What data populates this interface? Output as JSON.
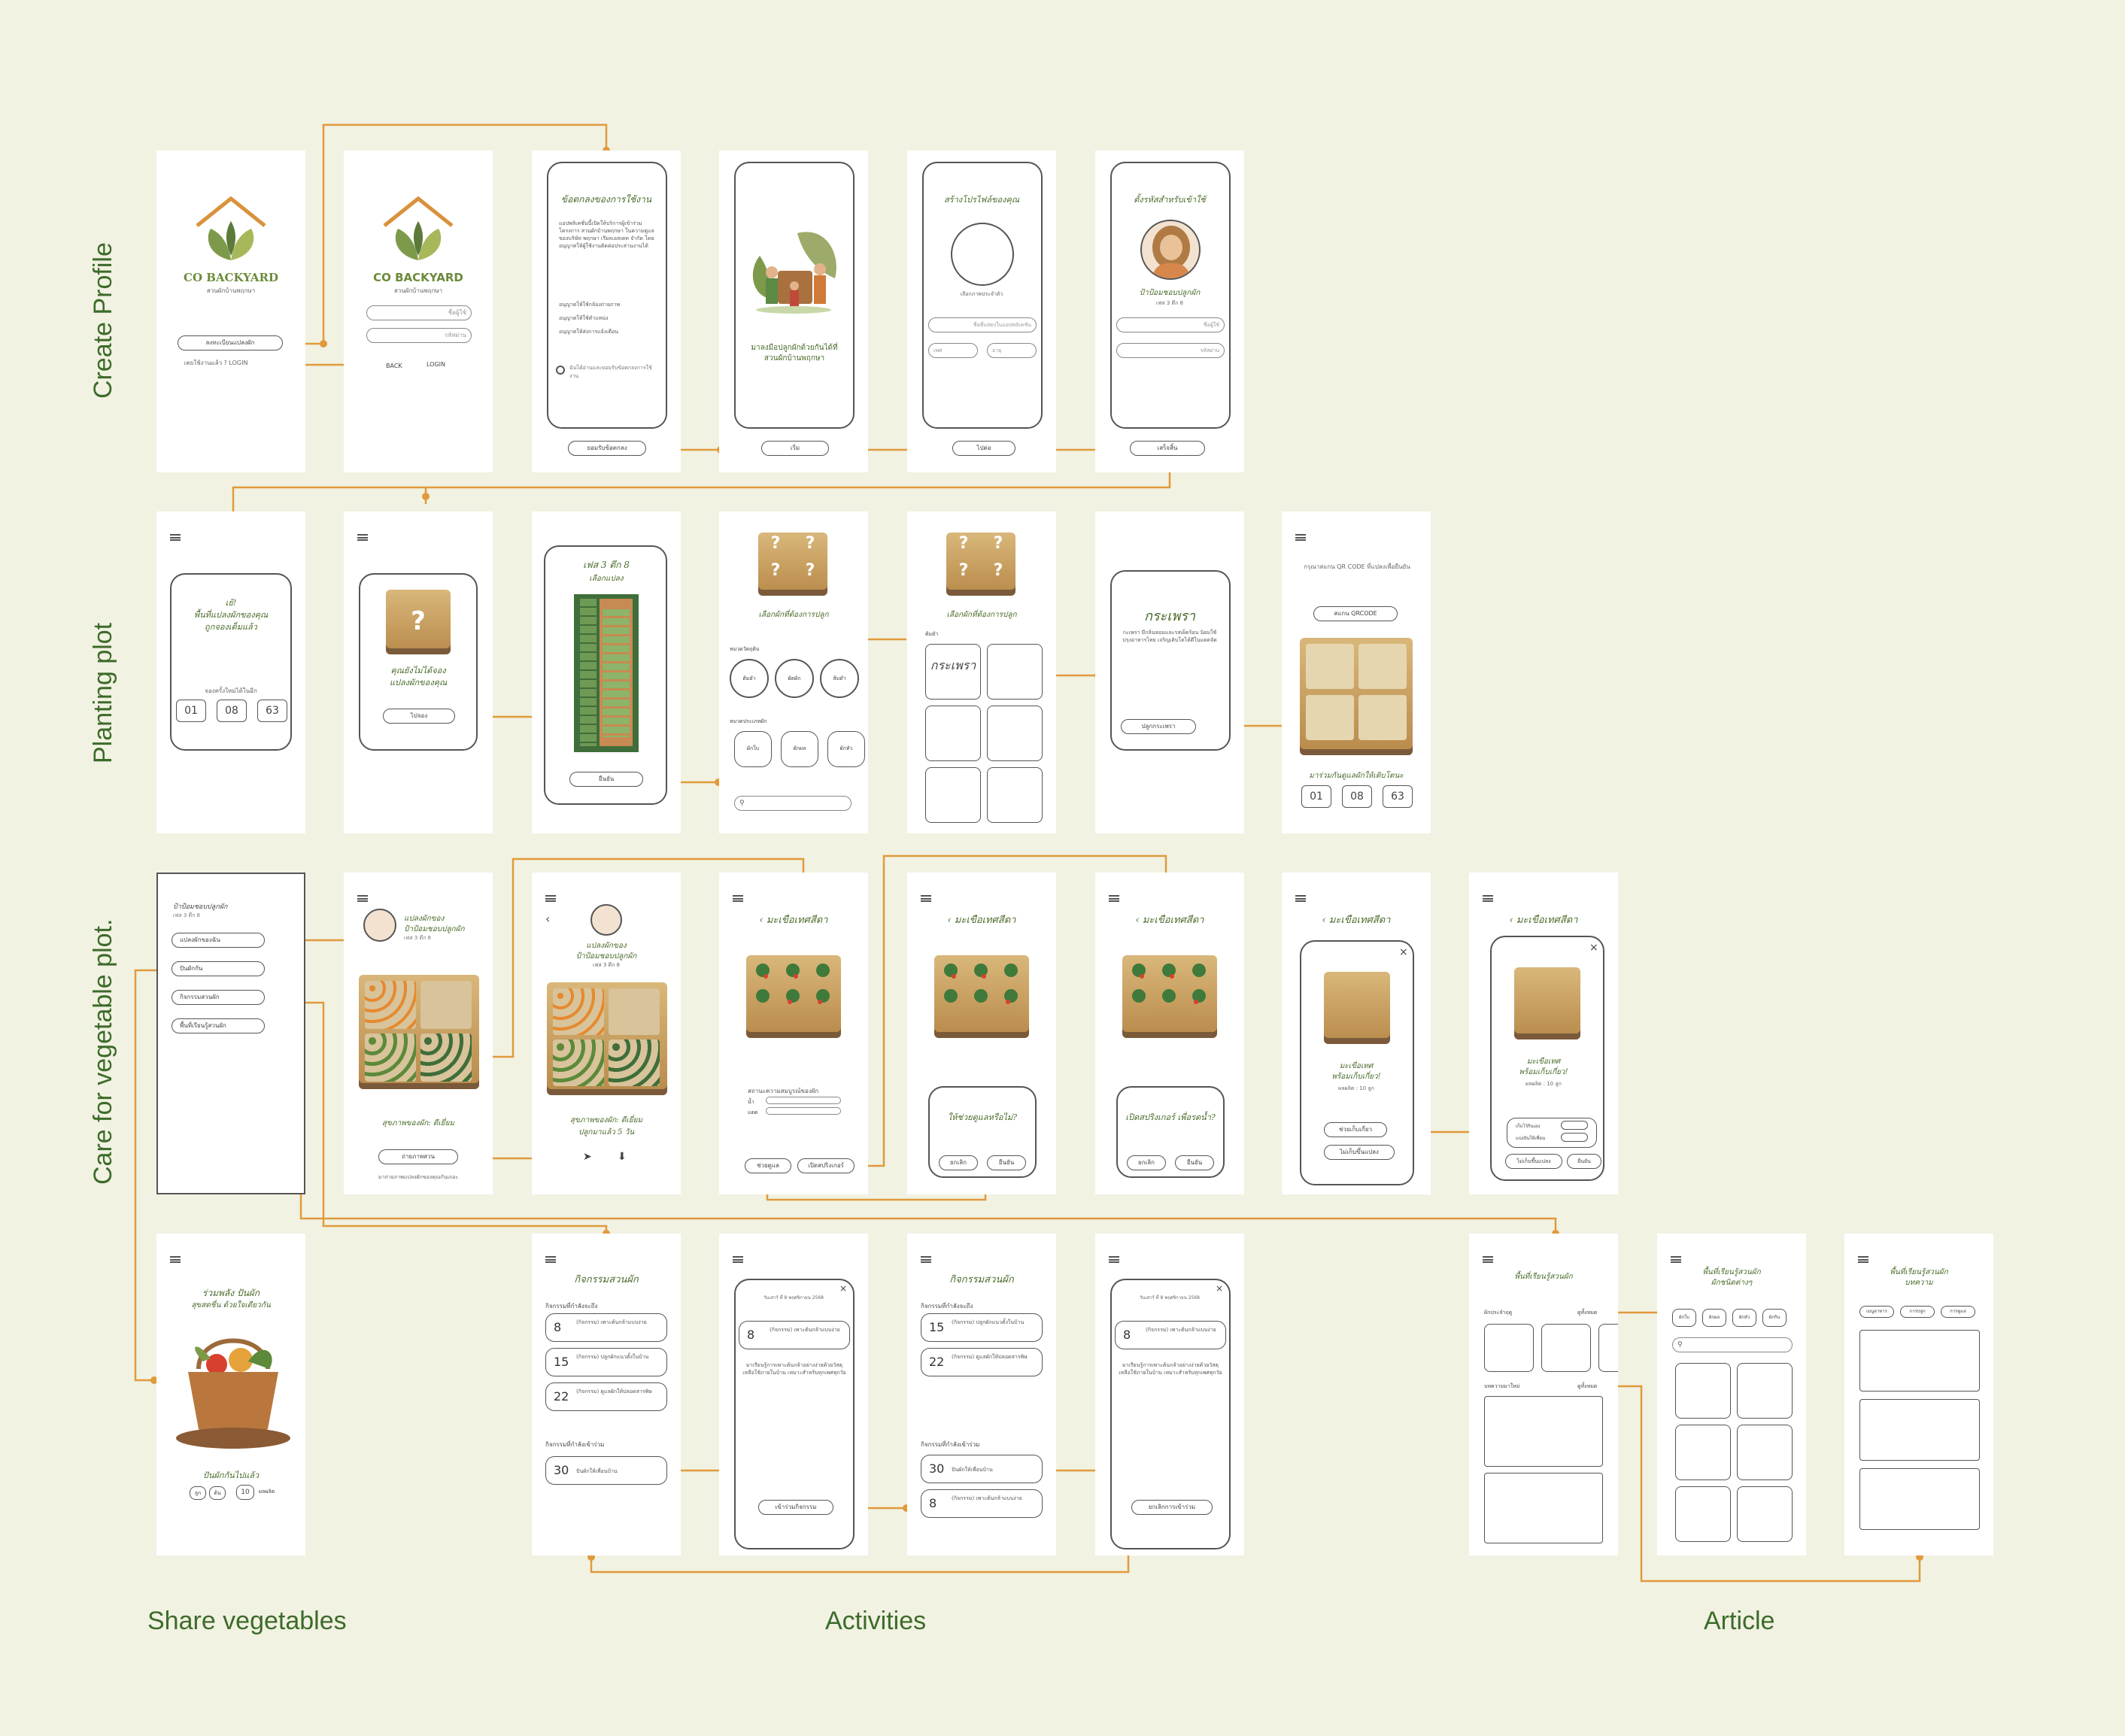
{
  "section_labels": {
    "create_profile": "Create Profile",
    "planting_plot": "Planting plot",
    "care": "Care for vegetable plot.",
    "share": "Share vegetables",
    "activities": "Activities",
    "article": "Article"
  },
  "brand": {
    "logo_text": "CO BACKYARD",
    "logo_sub": "สวนผักบ้านพฤกษา"
  },
  "row1": {
    "s1": {
      "register_button": "ลงทะเบียนแปลงผัก",
      "login_text": "เคยใช้งานแล้ว ? LOGIN"
    },
    "s2": {
      "name_placeholder": "ชื่อผู้ใช้",
      "password_placeholder": "รหัสผ่าน",
      "back": "BACK",
      "login": "LOGIN"
    },
    "s3": {
      "title": "ข้อตกลงของการใช้งาน",
      "body": "แอปพลิเคชั่นนี้เปิดให้บริการผู้เข้าร่วมโครงการ สวนผักบ้านพฤกษา ในความดูแลของบริษัท พฤกษา เรียลเอสเตท จำกัด โดยอนุญาตให้ผู้ใช้งานติดต่อประสานงานได้",
      "bullets": [
        "อนุญาตให้ใช้กล้องถ่ายภาพ",
        "อนุญาตให้ใช้ตำแหน่ง",
        "อนุญาตให้ส่งการแจ้งเตือน"
      ],
      "checkbox": "ฉันได้อ่านและยอมรับข้อตกลงการใช้งาน",
      "button": "ยอมรับข้อตกลง"
    },
    "s4": {
      "caption": "มาลงมือปลูกผักด้วยกันได้ที่สวนผักบ้านพฤกษา",
      "button": "เริ่ม"
    },
    "s5": {
      "title": "สร้างโปรไฟล์ของคุณ",
      "photo_hint": "เลือกภาพประจำตัว",
      "name_ph": "ชื่อที่แสดงในแอปพลิเคชัน",
      "f1": "เพศ",
      "f2": "อายุ",
      "button": "ไปต่อ"
    },
    "s6": {
      "title": "ตั้งรหัสสำหรับเข้าใช้",
      "name": "ป้าป้อมชอบปลูกผัก",
      "sub": "เฟส 3 ตึก 8",
      "f1": "ชื่อผู้ใช้",
      "f2": "รหัสผ่าน",
      "button": "เสร็จสิ้น"
    }
  },
  "row2": {
    "s1": {
      "title1": "เย้!",
      "title2": "พื้นที่แปลงผักของคุณ",
      "title3": "ถูกจองเต็มแล้ว",
      "note": "จองครั้งใหม่ได้ในอีก",
      "d": "01",
      "h": "08",
      "m": "63"
    },
    "s2": {
      "caption1": "คุณยังไม่ได้จอง",
      "caption2": "แปลงผักของคุณ",
      "button": "ไปจอง"
    },
    "s3": {
      "title": "เฟส 3 ตึก 8",
      "sub": "เลือกแปลง",
      "button": "ยืนยัน"
    },
    "s4": {
      "title": "เลือกผักที่ต้องการปลูก",
      "cat1": "หมวดวัตถุดิบ",
      "c1": "ต้มยำ",
      "c2": "ผัดผัก",
      "c3": "ส้มตำ",
      "cat2": "หมวดประเภทผัก",
      "t1": "ผักใบ",
      "t2": "ผักผล",
      "t3": "ผักหัว"
    },
    "s5": {
      "title": "เลือกผักที่ต้องการปลูก",
      "cat": "ต้มยำ",
      "veg": "กระเพรา"
    },
    "s6": {
      "title": "กระเพรา",
      "desc": "กะเพรา มีกลิ่นหอมและรสเผ็ดร้อน นิยมใช้ปรุงอาหารไทย เจริญเติบโตได้ดีในแดดจัด",
      "button": "ปลูกกระเพรา"
    },
    "s7": {
      "note": "กรุณาสแกน QR CODE ที่แปลงเพื่อยืนยัน",
      "button": "สแกน QRCODE",
      "caption": "มาร่วมกันดูแลผักให้เติบโตนะ",
      "d": "01",
      "h": "08",
      "m": "63"
    }
  },
  "row3": {
    "menu": {
      "name": "ป้าป้อมชอบปลูกผัก",
      "sub": "เฟส 3 ตึก 8",
      "items": [
        "แปลงผักของฉัน",
        "ปันผักกัน",
        "กิจกรรมสวนผัก",
        "พื้นที่เรียนรู้สวนผัก"
      ]
    },
    "s2": {
      "title": "แปลงผักของ",
      "name": "ป้าป้อมชอบปลูกผัก",
      "sub": "เฟส 3 ตึก 8",
      "status": "สุขภาพของผัก: ดีเยี่ยม",
      "button": "ถ่ายภาพสวน",
      "note": "มาถ่ายภาพแปลงผักของคุณกันเถอะ"
    },
    "s3": {
      "title": "แปลงผักของ",
      "name": "ป้าป้อมชอบปลูกผัก",
      "sub": "เฟส 3 ตึก 8",
      "status": "สุขภาพของผัก: ดีเยี่ยม",
      "days": "ปลูกมาแล้ว 5 วัน"
    },
    "s4": {
      "title": "มะเขือเทศสีดา",
      "label": "สถานะความสมบูรณ์ของผัก",
      "water": "น้ำ",
      "sun": "แดด",
      "b1": "ช่วยดูแล",
      "b2": "เปิดสปริงเกอร์"
    },
    "s5": {
      "title": "มะเขือเทศสีดา",
      "q": "ให้ช่วยดูแลหรือไม่?",
      "b1": "ยกเลิก",
      "b2": "ยืนยัน"
    },
    "s6": {
      "title": "มะเขือเทศสีดา",
      "q": "เปิดสปริงเกอร์ เพื่อรดน้ำ?",
      "b1": "ยกเลิก",
      "b2": "ยืนยัน"
    },
    "s7": {
      "title": "มะเขือเทศสีดา",
      "ready1": "มะเขือเทศ",
      "ready2": "พร้อมเก็บเกี่ยว!",
      "yield": "ผลผลิต : 10 ลูก",
      "b1": "ช่วยเก็บเกี่ยว",
      "b2": "ไม่เก็บขึ้นแปลง"
    },
    "s8": {
      "title": "มะเขือเทศสีดา",
      "ready1": "มะเขือเทศ",
      "ready2": "พร้อมเก็บเกี่ยว!",
      "yield": "ผลผลิต : 10 ลูก",
      "o1": "เก็บไว้กินเอง",
      "o2": "แบ่งปันให้เพื่อน",
      "b1": "ไม่เก็บขึ้นแปลง",
      "b2": "ยืนยัน"
    }
  },
  "row4": {
    "share": {
      "title1": "ร่วมพลัง ปันผัก",
      "title2": "สุขสดชื่น ด้วยใจเดียวกัน",
      "caption": "ปันผักกันไปแล้ว",
      "unit1": "ลูก",
      "unit2": "ต้น",
      "num": "10",
      "unit3": "ผลผลิต"
    },
    "act1": {
      "title": "กิจกรรมสวนผัก",
      "h1": "กิจกรรมที่กำลังจะถึง",
      "items": [
        {
          "d": "8",
          "t": "(กิจกรรม) เพาะต้นกล้าแบบง่าย"
        },
        {
          "d": "15",
          "t": "(กิจกรรม) ปลูกผักแนวตั้งในบ้าน"
        },
        {
          "d": "22",
          "t": "(กิจกรรม) ดูแลผักให้ปลอดสารพิษ"
        }
      ],
      "h2": "กิจกรรมที่กำลังเข้าร่วม",
      "joined": {
        "d": "30",
        "t": "ปันผักให้เพื่อนบ้าน"
      }
    },
    "act2": {
      "date": "วันเสาร์ ที่ 8 พฤศจิกายน 2568",
      "d": "8",
      "t": "(กิจกรรม) เพาะต้นกล้าแบบง่าย",
      "desc": "มาเรียนรู้การเพาะต้นกล้าอย่างง่ายด้วยวัสดุเหลือใช้ภายในบ้าน เหมาะสำหรับทุกเพศทุกวัย",
      "button": "เข้าร่วมกิจกรรม"
    },
    "act3": {
      "title": "กิจกรรมสวนผัก",
      "h1": "กิจกรรมที่กำลังจะถึง",
      "items": [
        {
          "d": "15",
          "t": "(กิจกรรม) ปลูกผักแนวตั้งในบ้าน"
        },
        {
          "d": "22",
          "t": "(กิจกรรม) ดูแลผักให้ปลอดสารพิษ"
        }
      ],
      "h2": "กิจกรรมที่กำลังเข้าร่วม",
      "joined": [
        {
          "d": "30",
          "t": "ปันผักให้เพื่อนบ้าน"
        },
        {
          "d": "8",
          "t": "(กิจกรรม) เพาะต้นกล้าแบบง่าย"
        }
      ]
    },
    "act4": {
      "date": "วันเสาร์ ที่ 8 พฤศจิกายน 2568",
      "d": "8",
      "t": "(กิจกรรม) เพาะต้นกล้าแบบง่าย",
      "desc": "มาเรียนรู้การเพาะต้นกล้าอย่างง่ายด้วยวัสดุเหลือใช้ภายในบ้าน เหมาะสำหรับทุกเพศทุกวัย",
      "button": "ยกเลิกการเข้าร่วม"
    },
    "art1": {
      "title": "พื้นที่เรียนรู้สวนผัก",
      "h1": "ผักประจำฤดู",
      "more1": "ดูทั้งหมด",
      "h2": "บทความมาใหม่",
      "more2": "ดูทั้งหมด"
    },
    "art2": {
      "title1": "พื้นที่เรียนรู้สวนผัก",
      "title2": "ผักชนิดต่างๆ",
      "chips": [
        "ผักใบ",
        "ผักผล",
        "ผักหัว",
        "ผักกิน"
      ]
    },
    "art3": {
      "title1": "พื้นที่เรียนรู้สวนผัก",
      "title2": "บทความ",
      "chips": [
        "เมนูอาหาร",
        "การปลูก",
        "การดูแล"
      ]
    }
  },
  "colors": {
    "background": "#f1f2e2",
    "accent": "#e19a3c",
    "label_green": "#3d6b2a",
    "screen": "#ffffff"
  },
  "icons": [
    "hamburger-menu-icon",
    "back-chevron-icon",
    "close-icon",
    "share-icon",
    "download-icon",
    "search-icon",
    "question-mark-icon"
  ]
}
